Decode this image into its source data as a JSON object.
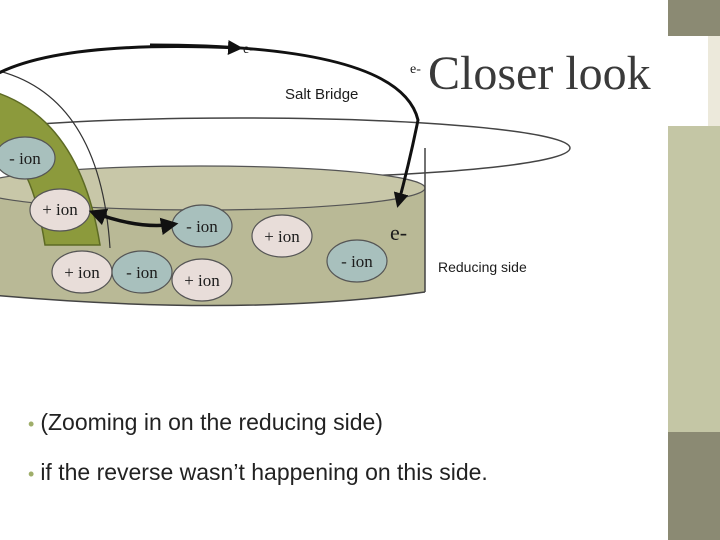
{
  "slide": {
    "title": "Closer look",
    "colors": {
      "solution": "#b9b996",
      "bridge": "#8c9a3c",
      "title_text": "#3a3a3a",
      "bullet": "#9fae6a"
    }
  },
  "diagram": {
    "electron_labels": [
      "e-",
      "e-"
    ],
    "electron_label_large": "e-",
    "salt_bridge_label": "Salt Bridge",
    "reducing_side_label": "Reducing side",
    "ions": {
      "bridge_top_negative": "- ion",
      "bridge_bottom_positive": "+ ion",
      "solution_1": "+ ion",
      "solution_2": "- ion",
      "solution_3": "+ ion",
      "solution_4": "- ion",
      "solution_5": "+ ion",
      "solution_6": "- ion"
    }
  },
  "bullets": [
    "(Zooming in on the reducing side)",
    "if the reverse wasn’t happening on this side."
  ]
}
